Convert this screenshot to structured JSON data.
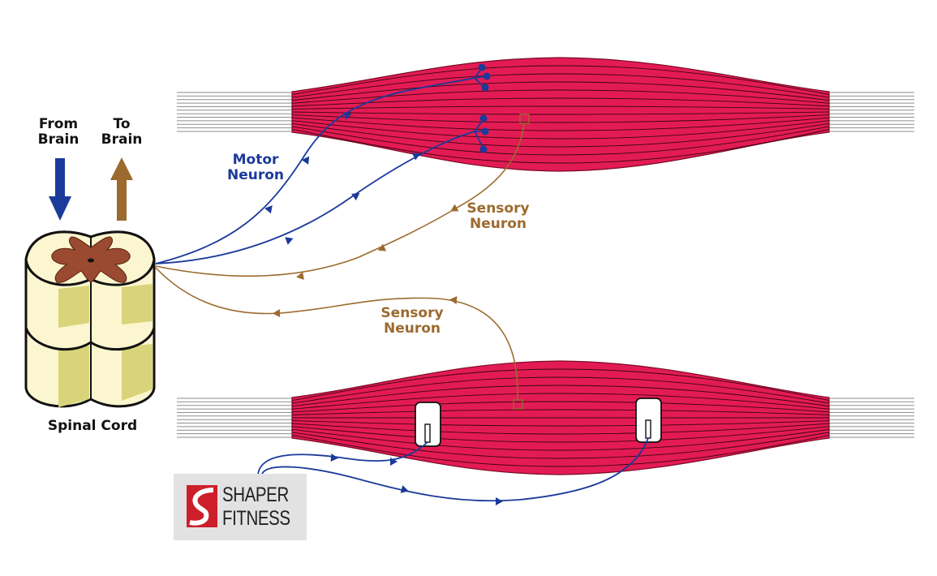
{
  "labels": {
    "from_brain": [
      "From",
      "Brain"
    ],
    "to_brain": [
      "To",
      "Brain"
    ],
    "spinal_cord": "Spinal Cord",
    "motor_neuron": [
      "Motor",
      "Neuron"
    ],
    "sensory_neuron_upper": [
      "Sensory",
      "Neuron"
    ],
    "sensory_neuron_lower": [
      "Sensory",
      "Neuron"
    ]
  },
  "logo": {
    "line1": "SHAPER",
    "line2": "FITNESS"
  },
  "colors": {
    "muscle": "#e31b54",
    "tendon": "#9a9a9a",
    "motor": "#1b3a9a",
    "sensory": "#9c6a2e",
    "cord": "#fbf6cf",
    "cord_shade": "#d8d47a",
    "grey_matter": "#9a4a30",
    "logo_red": "#cc1f2a"
  },
  "icons": {
    "down_arrow": "arrow-down-icon",
    "up_arrow": "arrow-up-icon",
    "logo_mark": "s-logo-icon",
    "electrode": "electrode-pad-icon"
  }
}
